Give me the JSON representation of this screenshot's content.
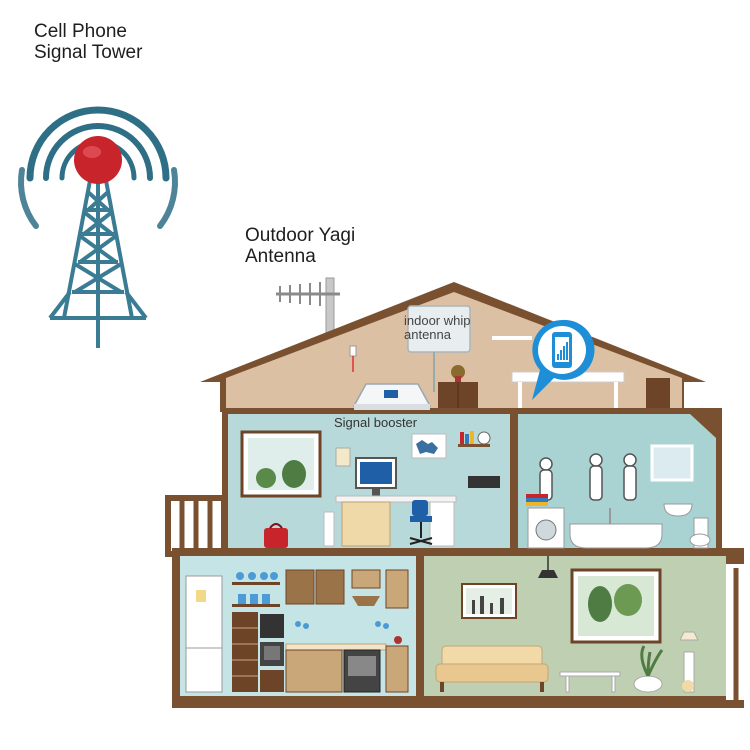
{
  "labels": {
    "tower_line1": "Cell Phone",
    "tower_line2": "Signal Tower",
    "yagi_line1": "Outdoor Yagi",
    "yagi_line2": "Antenna",
    "whip_line1": "indoor whip",
    "whip_line2": "antenna",
    "booster": "Signal booster"
  },
  "icons": [
    "cell-tower-icon",
    "yagi-antenna-icon",
    "signal-booster-icon",
    "whip-antenna-icon",
    "smartphone-signal-icon"
  ],
  "colors": {
    "tower": "#2f6f86",
    "tower_ball": "#c8242c",
    "roof_wall": "#7a5130",
    "attic": "#dcc0a3",
    "room_office": "#b8d9da",
    "room_bath": "#a9d3d2",
    "room_kitchen": "#c5e4e6",
    "room_living": "#bfcfb1",
    "cable": "#e0342f",
    "signal_pin": "#1e8fd6"
  }
}
